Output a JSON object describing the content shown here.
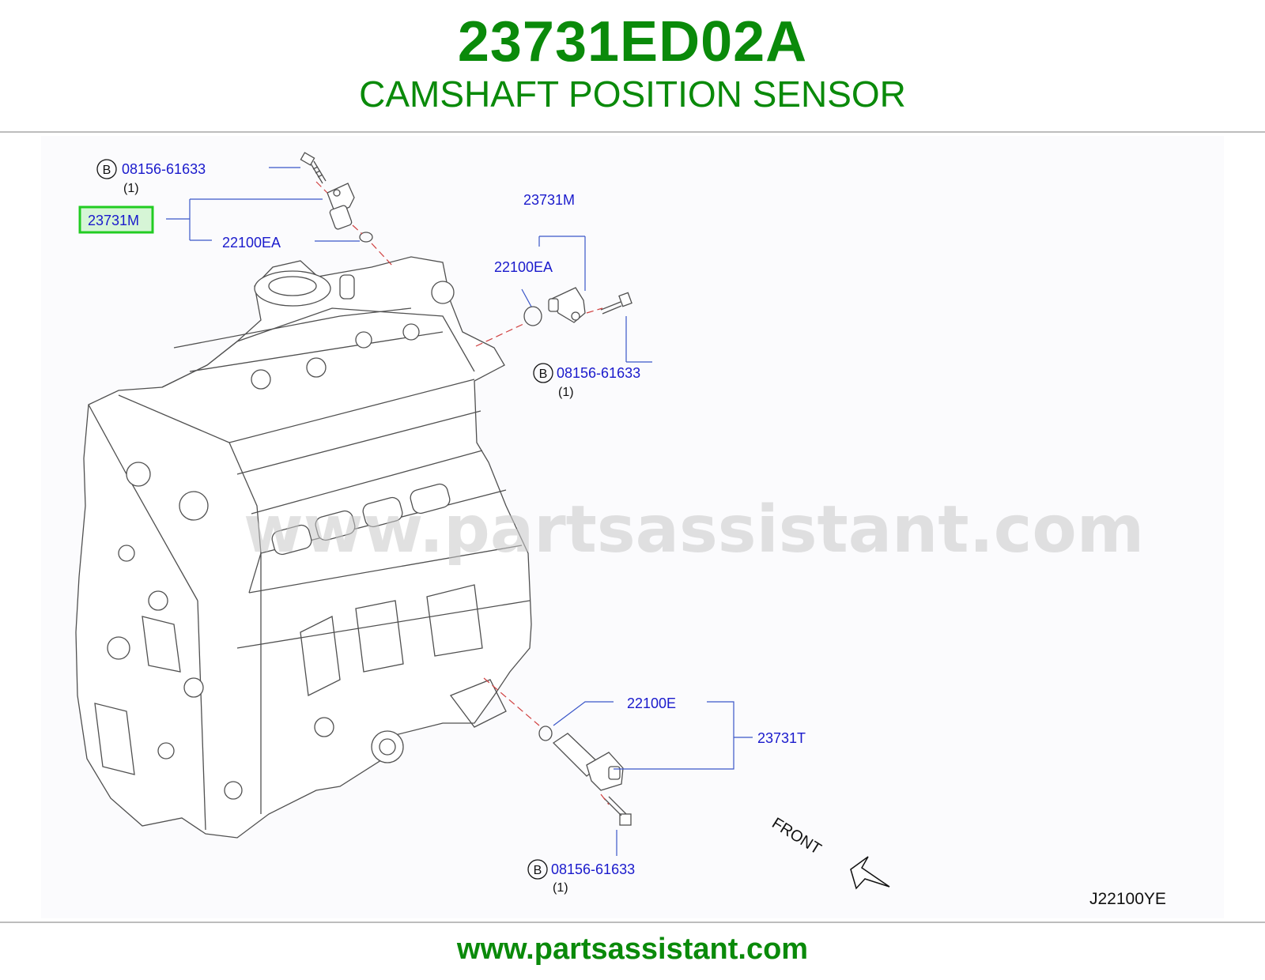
{
  "header": {
    "part_number": "23731ED02A",
    "part_name": "CAMSHAFT POSITION SENSOR"
  },
  "diagram": {
    "labels": {
      "bolt_top_left": "08156-61633",
      "bolt_top_left_qty": "(1)",
      "sensor_top_left": "23731M",
      "oring_top_left": "22100EA",
      "sensor_right": "23731M",
      "oring_right": "22100EA",
      "bolt_right": "08156-61633",
      "bolt_right_qty": "(1)",
      "oring_bottom": "22100E",
      "sensor_bottom": "23731T",
      "bolt_bottom": "08156-61633",
      "bolt_bottom_qty": "(1)",
      "bolt_marker": "B",
      "front": "FRONT",
      "diagram_ref": "J22100YE"
    },
    "watermark": "www.partsassistant.com",
    "highlight_color": "#22cc22",
    "label_color": "#1a1acc"
  },
  "footer": {
    "url": "www.partsassistant.com"
  }
}
